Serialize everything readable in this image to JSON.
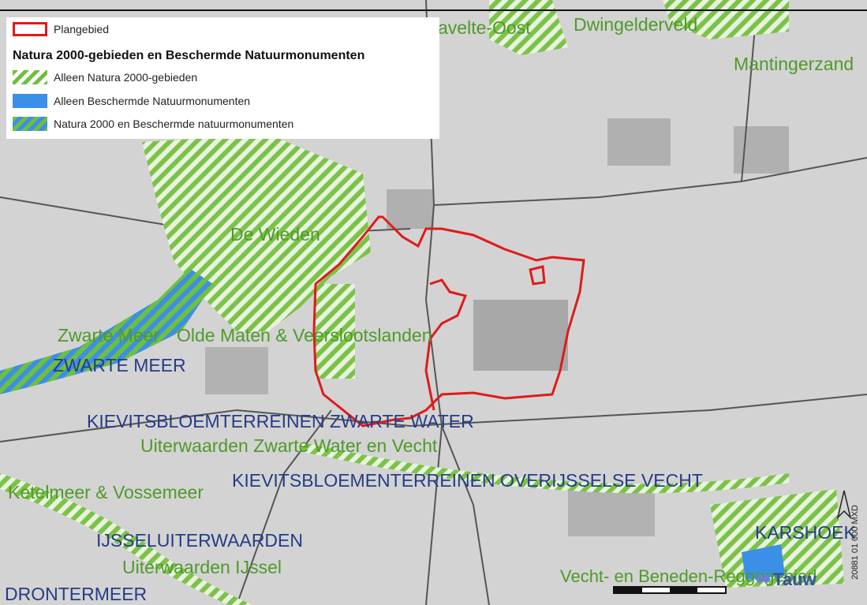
{
  "legend": {
    "plan_label": "Plangebied",
    "title": "Natura 2000-gebieden en Beschermde Natuurmonumenten",
    "items": [
      {
        "label": "Alleen Natura 2000-gebieden",
        "swatch": "n2k"
      },
      {
        "label": "Alleen Beschermde Natuurmonumenten",
        "swatch": "bnm"
      },
      {
        "label": "Natura 2000 en Beschermde natuurmonumenten",
        "swatch": "both"
      }
    ]
  },
  "labels": {
    "havelte_oost": "avelte-Oost",
    "dwingelderveld": "Dwingelderveld",
    "mantingerzand": "Mantingerzand",
    "de_wieden": "De Wieden",
    "zwarte_meer_green": "Zwarte Meer",
    "olde_maten": "Olde Maten & Veerslootslanden",
    "zwarte_meer_blue": "ZWARTE MEER",
    "kievit_zwarte_water": "KIEVITSBLOEMTERREINEN ZWARTE WATER",
    "uiterwaarden_zwarte_water": "Uiterwaarden Zwarte Water en Vecht",
    "ketelmeer": "Ketelmeer & Vossemeer",
    "kievit_vecht": "KIEVITSBLOEMENTERREINEN OVERIJSSELSE VECHT",
    "ijsseluiterwaarden": "IJSSELUITERWAARDEN",
    "uiterwaarden_ijssel": "Uiterwaarden IJssel",
    "drontermeer": "DRONTERMEER",
    "karshoek": "KARSHOEK",
    "vecht_benedenregge": "Vecht- en Beneden-Reggegebied"
  },
  "brand": "Tauw",
  "side_code": "20881 01 000 MXD",
  "colors": {
    "plan_outline": "#e01a1a",
    "natura2000": "#6fbf3f",
    "bnm": "#3c8fe6",
    "label_green": "#4f9a2a",
    "label_blue": "#263c86",
    "background": "#d3d3d3"
  }
}
